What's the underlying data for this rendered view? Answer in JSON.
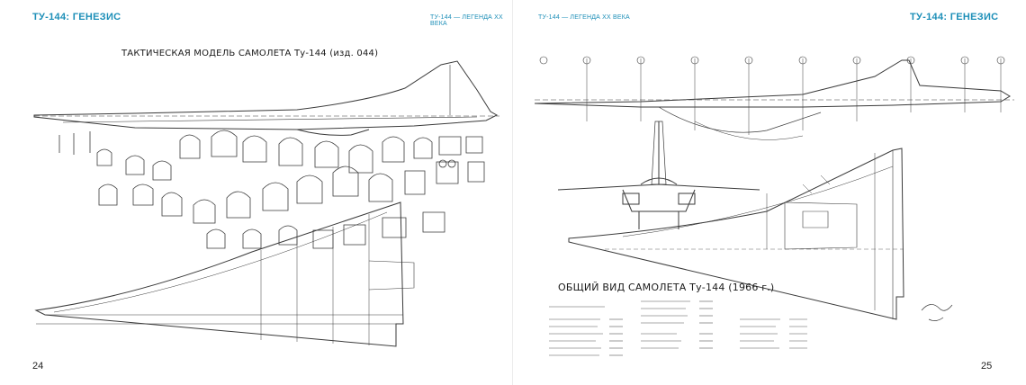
{
  "spread": {
    "left_page": {
      "series_title": "ТУ-144: ГЕНЕЗИС",
      "running_head": "ТУ-144 — ЛЕГЕНДА XX ВЕКА",
      "caption": "ТАКТИЧЕСКАЯ МОДЕЛЬ САМОЛЕТА Ту-144 (изд. 044)",
      "page_number": "24"
    },
    "right_page": {
      "running_head": "ТУ-144 — ЛЕГЕНДА XX ВЕКА",
      "series_title": "ТУ-144: ГЕНЕЗИС",
      "caption": "ОБЩИЙ ВИД САМОЛЕТА Ту-144 (1966 г.)",
      "page_number": "25"
    }
  },
  "colors": {
    "accent": "#1d8fb8",
    "drawing_line": "#3a3a3a",
    "text": "#1a1a1a"
  }
}
